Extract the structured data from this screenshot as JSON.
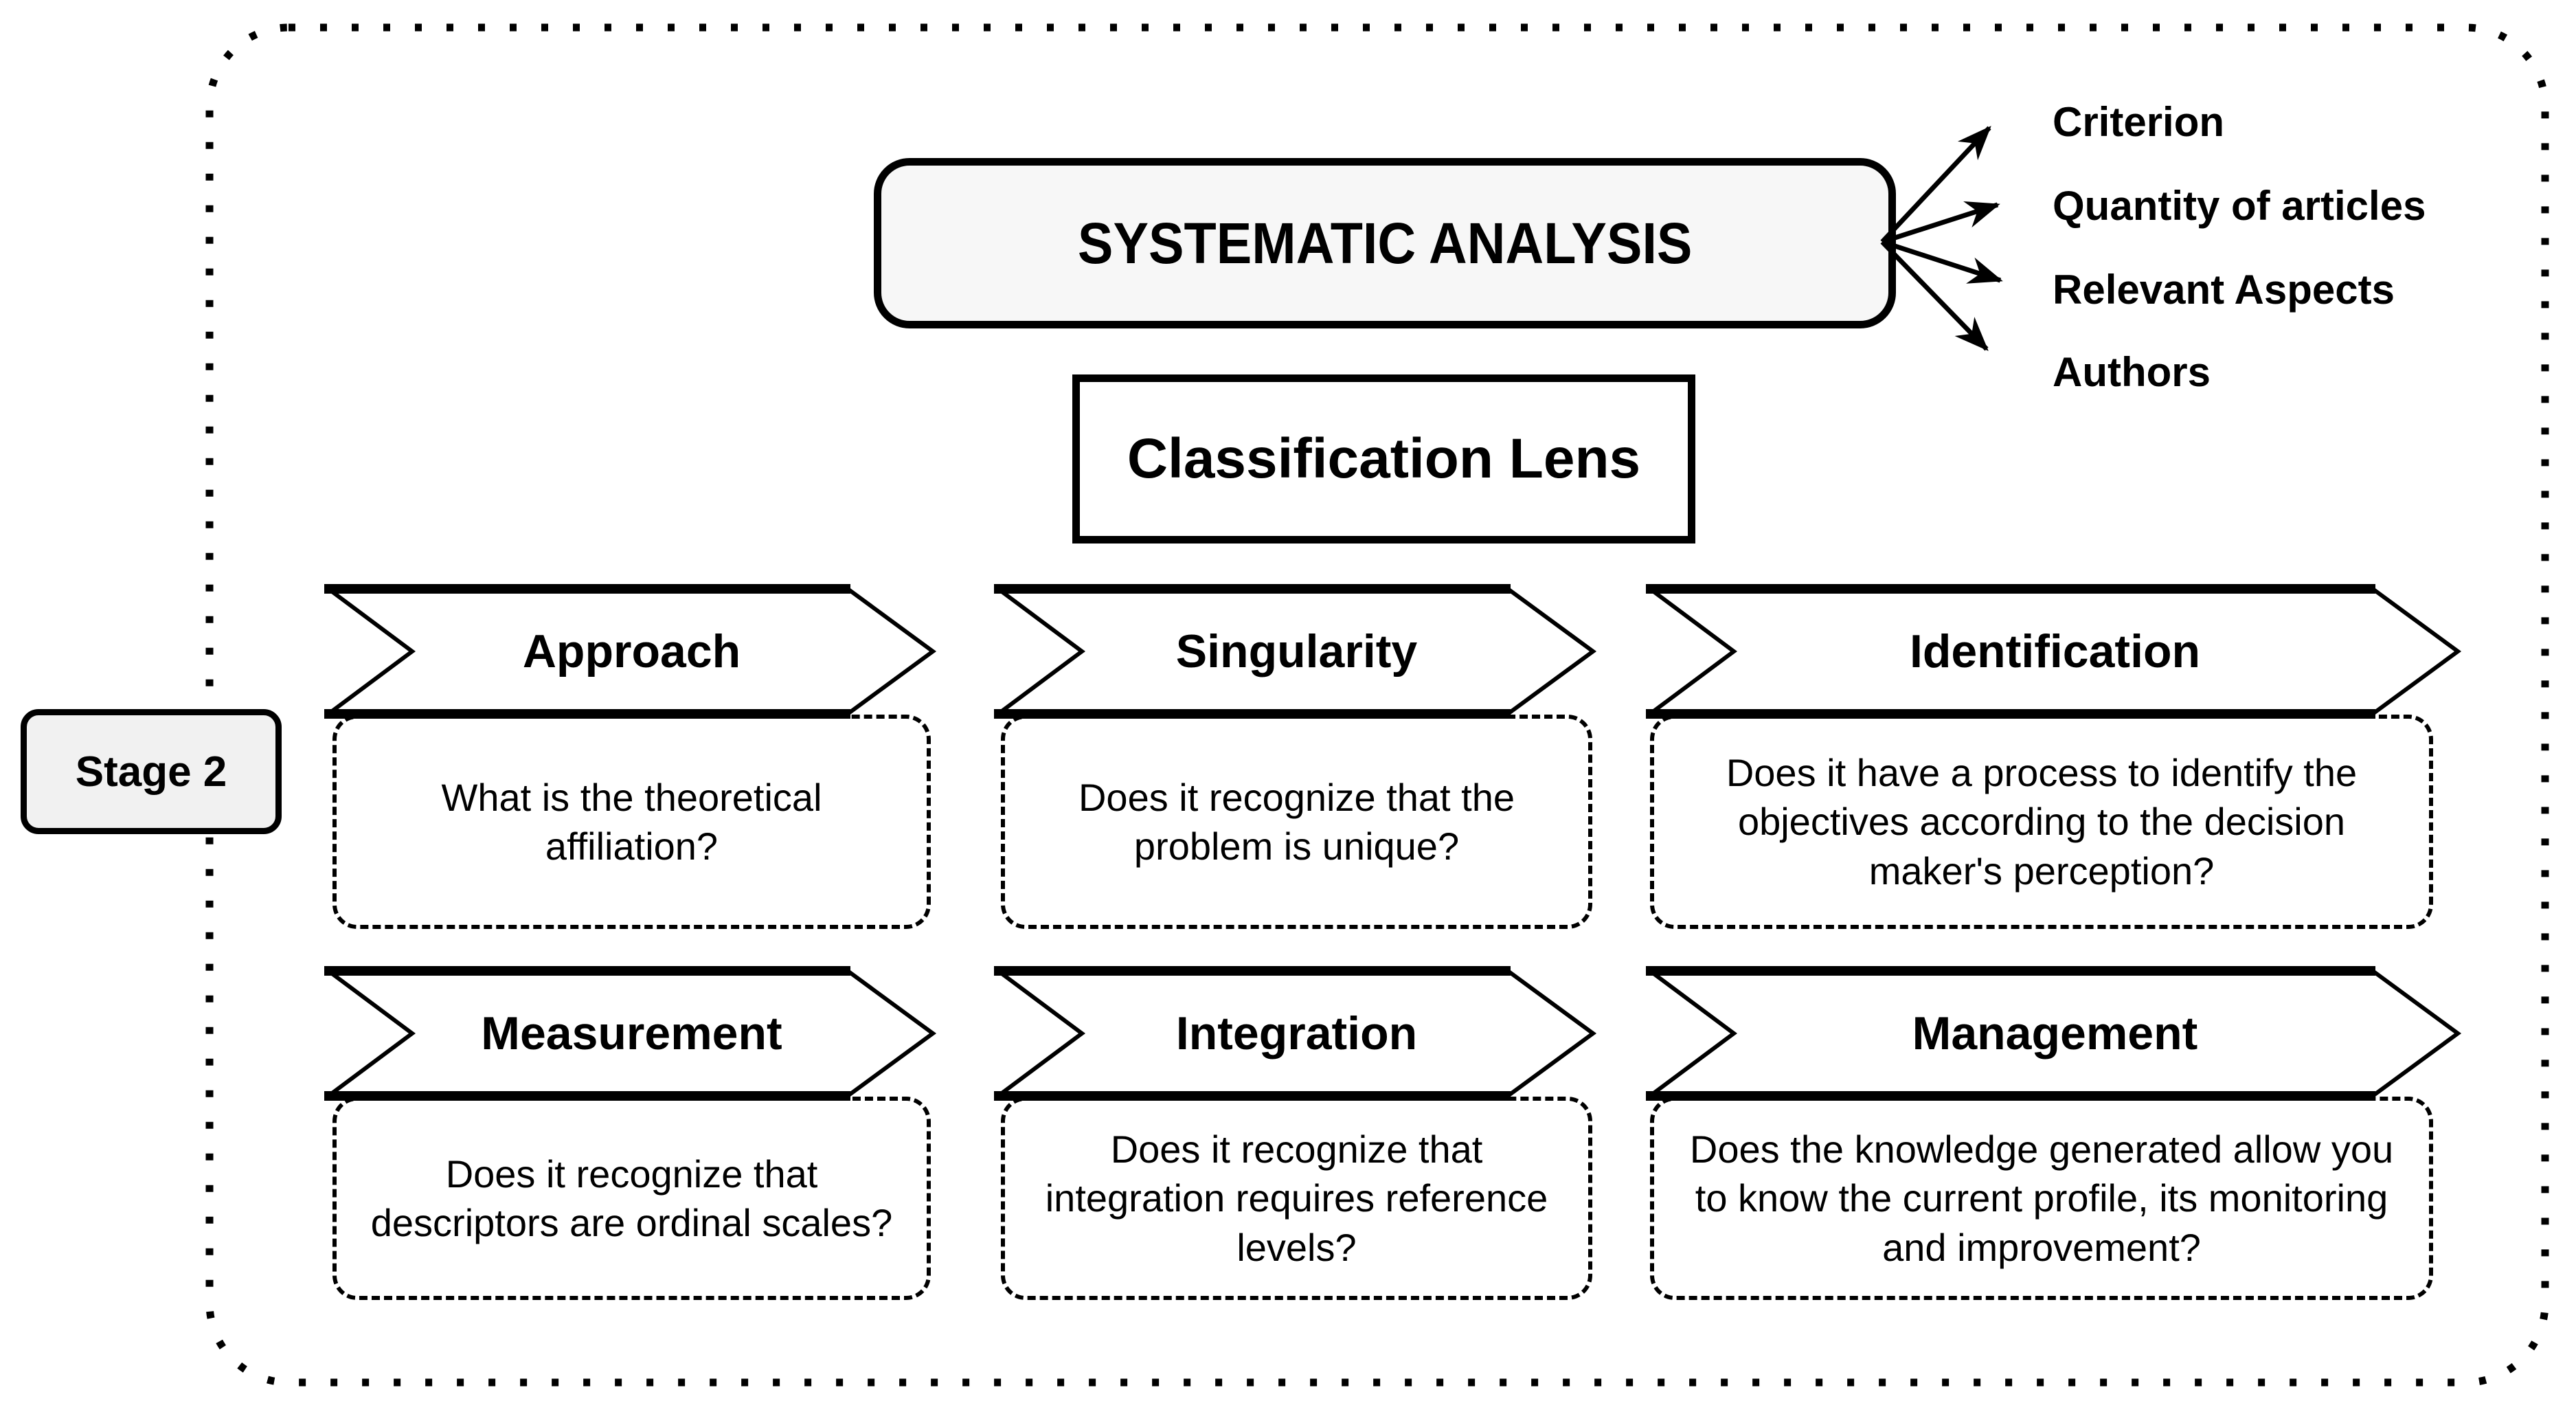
{
  "diagram": {
    "stage_label": "Stage 2",
    "systematic_box": "SYSTEMATIC ANALYSIS",
    "lens_box": "Classification Lens",
    "outputs": [
      "Criterion",
      "Quantity of articles",
      "Relevant Aspects",
      "Authors"
    ],
    "criteria": [
      {
        "label": "Approach",
        "question": "What is the theoretical affiliation?"
      },
      {
        "label": "Singularity",
        "question": "Does it recognize that the problem is unique?"
      },
      {
        "label": "Identification",
        "question": "Does it have a process to identify the objectives according to the decision maker's perception?"
      },
      {
        "label": "Measurement",
        "question": "Does it recognize that descriptors are ordinal scales?"
      },
      {
        "label": "Integration",
        "question": "Does it recognize that integration requires reference levels?"
      },
      {
        "label": "Management",
        "question": "Does the knowledge generated allow you to know the current profile, its monitoring and improvement?"
      }
    ],
    "colors": {
      "line": "#000000",
      "fill_gray": "#f4f4f4",
      "bg": "#ffffff"
    }
  }
}
